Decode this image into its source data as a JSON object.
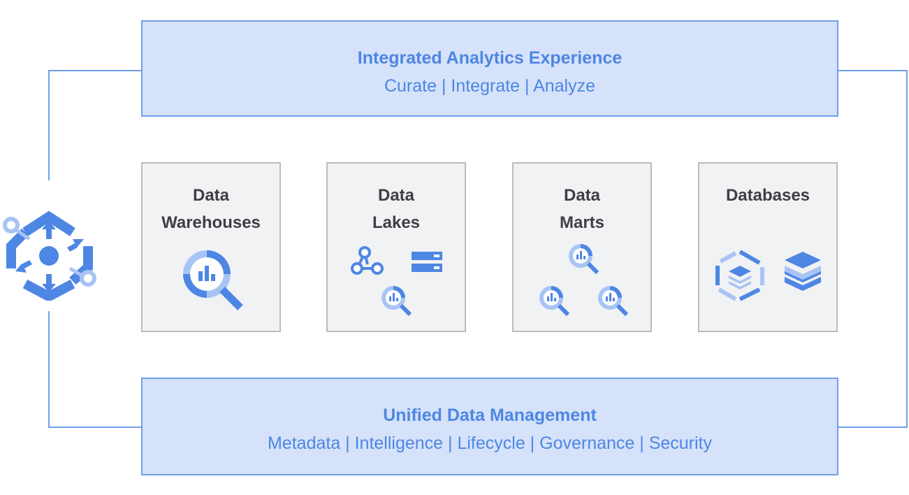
{
  "top_band": {
    "title": "Integrated Analytics Experience",
    "subtitle": "Curate | Integrate | Analyze"
  },
  "bottom_band": {
    "title": "Unified Data Management",
    "subtitle": "Metadata | Intelligence | Lifecycle | Governance | Security"
  },
  "cards": [
    {
      "line1": "Data",
      "line2": "Warehouses"
    },
    {
      "line1": "Data",
      "line2": "Lakes"
    },
    {
      "line1": "Data",
      "line2": "Marts"
    },
    {
      "line1": "Databases",
      "line2": ""
    }
  ],
  "colors": {
    "accent": "#4e86e4",
    "band_fill": "#d5e2f9",
    "band_border": "#6f9eea",
    "card_fill": "#f1f2f3",
    "card_border": "#b9bbbe",
    "card_text": "#3d3f43",
    "icon_light": "#a8c4f4"
  }
}
